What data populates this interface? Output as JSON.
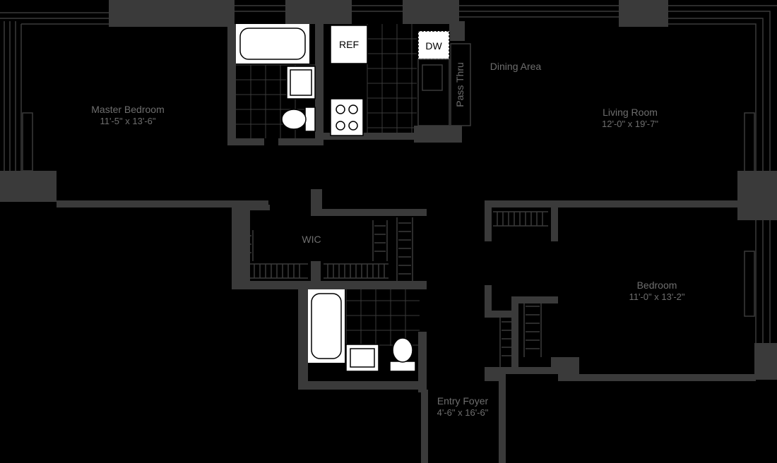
{
  "plan": {
    "colors": {
      "background": "#000000",
      "wall": "#3a3a3a",
      "label": "#6e6e6e",
      "fixture_fill": "#ffffff",
      "tile_line": "#3a3a3a"
    },
    "rooms": {
      "master_bedroom": {
        "name": "Master Bedroom",
        "dims": "11'-5\" x 13'-6\""
      },
      "living_room": {
        "name": "Living Room",
        "dims": "12'-0\" x 19'-7\""
      },
      "dining_area": {
        "name": "Dining Area"
      },
      "wic": {
        "name": "WIC"
      },
      "bedroom": {
        "name": "Bedroom",
        "dims": "11'-0\" x 13'-2\""
      },
      "entry_foyer": {
        "name": "Entry Foyer",
        "dims": "4'-6\" x 16'-6\""
      }
    },
    "appliances": {
      "refrigerator": "REF",
      "dishwasher": "DW",
      "pass_thru": "Pass Thru"
    }
  }
}
